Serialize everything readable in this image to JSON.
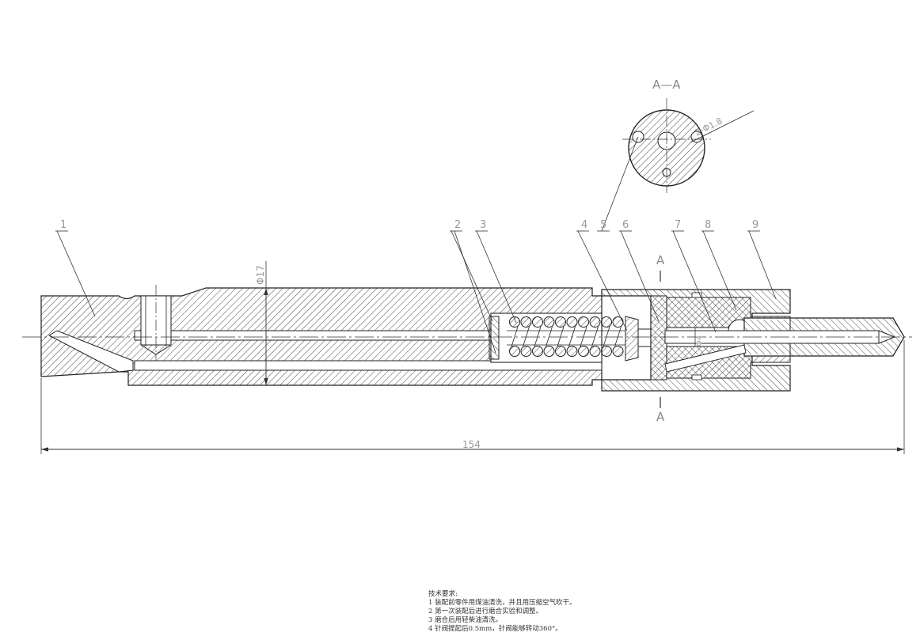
{
  "part_labels": [
    "1",
    "2",
    "3",
    "4",
    "5",
    "6",
    "7",
    "8",
    "9"
  ],
  "section": {
    "title": "A—A",
    "marker": "A",
    "hole_callout": "2-Φ1.8"
  },
  "dimensions": {
    "diameter_body": "Φ17",
    "diameter_needle": "Φ4",
    "overall_length": "154"
  },
  "notes": {
    "title": "技术要求:",
    "items": [
      "1 装配前零件用煤油清洗，并且用压缩空气吹干。",
      "2 第一次装配后进行磨合实验和调整。",
      "3 磨合后用轻柴油清洗。",
      "4 针阀提起后0.5mm，针阀能够转动360°。"
    ]
  },
  "colors": {
    "outline": "#222222",
    "hatch": "#333333",
    "leader": "#333333",
    "label": "#999999"
  }
}
